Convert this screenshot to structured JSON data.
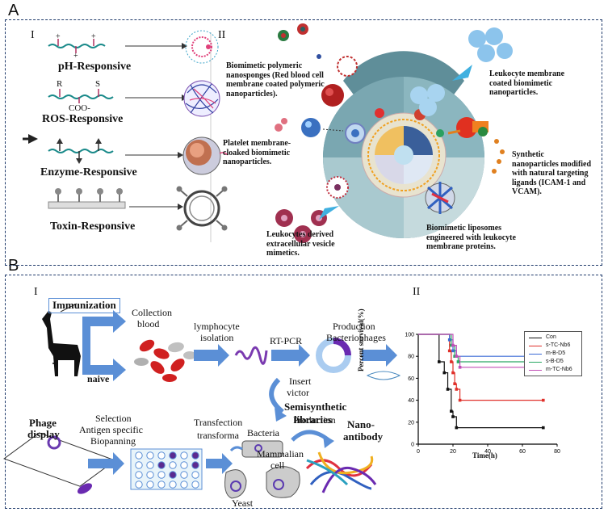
{
  "panelA": {
    "label": "A",
    "roman1": "I",
    "roman2": "II",
    "responsive": [
      "pH-Responsive",
      "ROS-Responsive",
      "Enzyme-Responsive",
      "Toxin-Responsive"
    ],
    "ros_r": "R",
    "ros_s": "S",
    "ros_coo": "COO-",
    "ph_plus": "+",
    "rbc_text": "Biomimetic polymeric nanosponges (Red blood cell membrane coated polymeric nanoparticles).",
    "platelet_text": "Platelet membrane-cloaked biomimetic nanoparticles.",
    "leukocyte_mem_text": "Leukocyte membrane coated biomimetic nanoparticles.",
    "synthetic_text": "Synthetic nanoparticles modified with natural targeting ligands (ICAM-1 and VCAM).",
    "liposome_text": "Biomimetic liposomes engineered with leukocyte membrane proteins.",
    "vesicle_text": "Leukocytes derived extracellular vesicle mimetics."
  },
  "panelB": {
    "label": "B",
    "roman1": "I",
    "roman2": "II",
    "immunization": "Immunization",
    "naive": "naive",
    "collection": "Collection",
    "blood": "blood",
    "lymphocyte": "lymphocyte",
    "isolation": "isolation",
    "rtpcr": "RT-PCR",
    "production": "Production",
    "bacteriophages": "Bacteriophages",
    "insert": "Insert",
    "victor": "victor",
    "semisynthetic": "Semisynthetic",
    "libraries": "libraries",
    "phage": "Phage",
    "display": "display",
    "selection": "Selection",
    "antigen": "Antigen specific",
    "biopanning": "Biopanning",
    "transfection": "Transfection",
    "transforma": "transforma",
    "bacteria": "Bacteria",
    "mammalian": "Mammalian",
    "cell": "cell",
    "yeast": "Yeast",
    "production2": "Production",
    "nano": "Nano-",
    "antibody": "antibody"
  },
  "chart_data": {
    "type": "line",
    "step": true,
    "xlabel": "Time(h)",
    "ylabel": "Percent survival(%)",
    "xlim": [
      0,
      80
    ],
    "ylim": [
      0,
      100
    ],
    "xticks": [
      0,
      20,
      40,
      60,
      80
    ],
    "yticks": [
      0,
      20,
      40,
      60,
      80,
      100
    ],
    "legend_position": "top-right",
    "series": [
      {
        "name": "Con",
        "color": "#111111",
        "x": [
          0,
          12,
          15,
          17,
          19,
          20,
          22,
          72
        ],
        "y": [
          100,
          75,
          65,
          50,
          30,
          25,
          15,
          15
        ]
      },
      {
        "name": "s-TC-Nb6",
        "color": "#e0302a",
        "x": [
          0,
          18,
          19,
          20,
          21,
          22,
          24,
          72
        ],
        "y": [
          100,
          85,
          75,
          65,
          55,
          50,
          40,
          40
        ]
      },
      {
        "name": "m-B-D5",
        "color": "#3a6ad6",
        "x": [
          0,
          18,
          20,
          22,
          72
        ],
        "y": [
          100,
          95,
          85,
          80,
          80
        ]
      },
      {
        "name": "s-B-D5",
        "color": "#2aa864",
        "x": [
          0,
          19,
          21,
          23,
          72
        ],
        "y": [
          100,
          90,
          80,
          75,
          75
        ]
      },
      {
        "name": "m-TC-Nb6",
        "color": "#c24fb7",
        "x": [
          0,
          20,
          22,
          24,
          72
        ],
        "y": [
          100,
          90,
          80,
          70,
          70
        ]
      }
    ]
  }
}
